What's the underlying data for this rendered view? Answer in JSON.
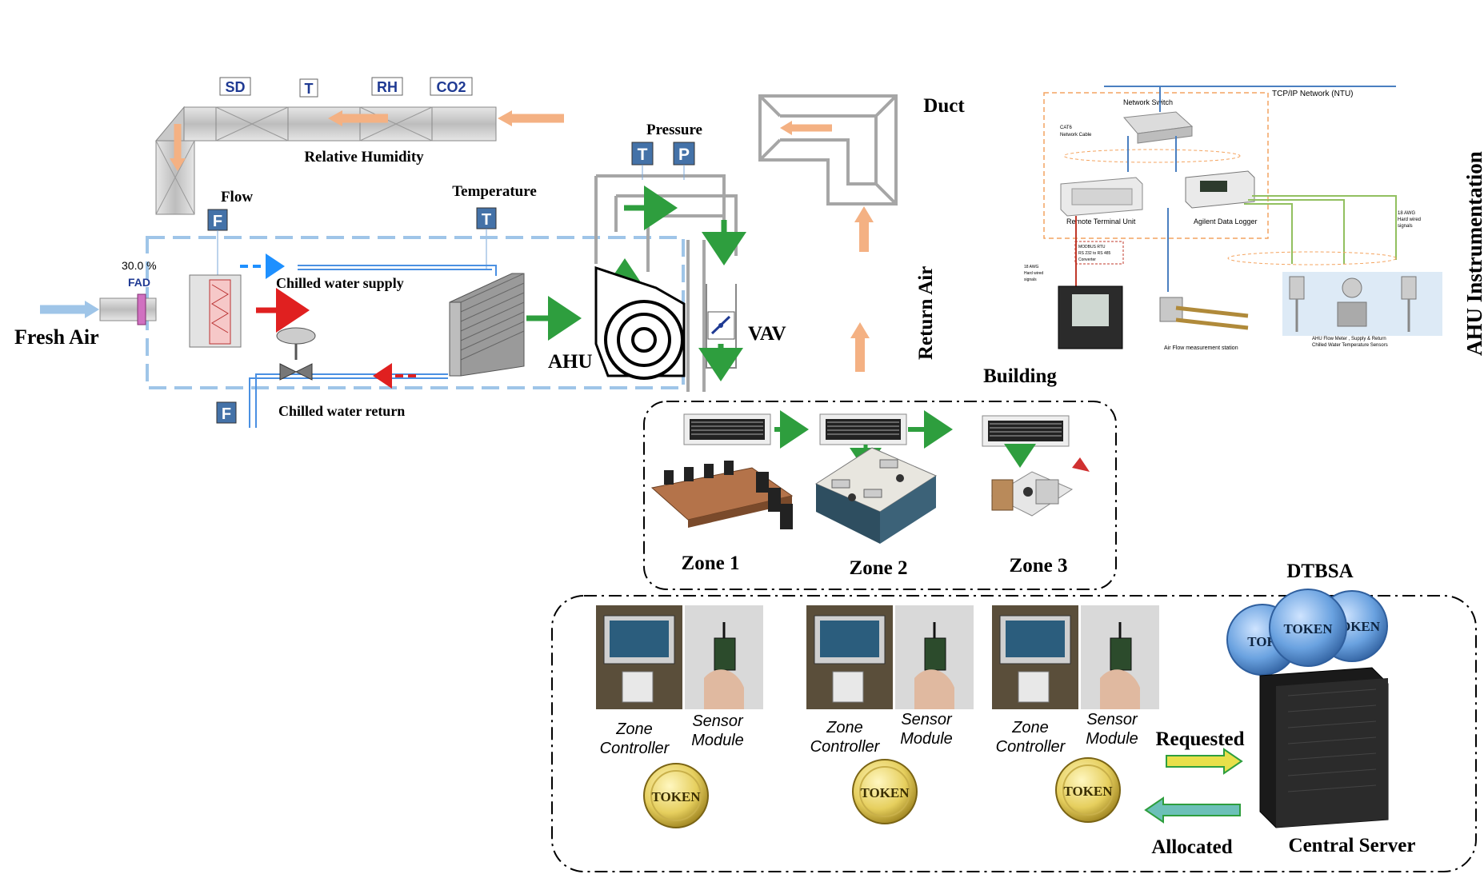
{
  "sensors": {
    "sd": "SD",
    "t": "T",
    "rh": "RH",
    "co2": "CO2",
    "f": "F",
    "p": "P"
  },
  "labels": {
    "relative_humidity": "Relative Humidity",
    "flow": "Flow",
    "temperature": "Temperature",
    "pressure": "Pressure",
    "duct": "Duct",
    "fresh_air": "Fresh Air",
    "fad_pct": "30.0 %",
    "fad": "FAD",
    "chilled_supply": "Chilled water supply",
    "chilled_return": "Chilled water return",
    "ahu": "AHU",
    "vav": "VAV",
    "return_air": "Return Air",
    "building": "Building",
    "zone1": "Zone 1",
    "zone2": "Zone 2",
    "zone3": "Zone 3",
    "dtbsa": "DTBSA",
    "zone_controller_1": "Zone",
    "zone_controller_2": "Controller",
    "sensor_module_1": "Sensor",
    "sensor_module_2": "Module",
    "token": "TOKEN",
    "token_partial_left": "TOK",
    "token_partial_right": "OKEN",
    "requested": "Requested",
    "allocated": "Allocated",
    "central_server": "Central Server",
    "ahu_instrumentation": "AHU Instrumentation"
  },
  "network": {
    "tcpip": "TCP/IP Network (NTU)",
    "switch": "Network Switch",
    "cat6_1": "CAT6",
    "cat6_2": "Network Cable",
    "rtu": "Remote Terminal Unit",
    "logger": "Agilent Data Logger",
    "awg_right_1": "18 AWG",
    "awg_right_2": "Hard wired",
    "awg_right_3": "signals",
    "awg_left_1": "18 AWG",
    "awg_left_2": "Hard wired",
    "awg_left_3": "signals",
    "modbus_1": "MODBUS RTU",
    "modbus_2": "RS 232 to RS 485",
    "modbus_3": "Converter",
    "airflow_station": "Air Flow measurement station",
    "flowmeter_1": "AHU Flow Meter , Supply & Return",
    "flowmeter_2": "Chilled  Water Temperature Sensors"
  },
  "colors": {
    "duct_gray": "#b9b9b9",
    "dashed_blue": "#9fc5e8",
    "green_arrow": "#2e9e3e",
    "orange_arrow": "#f4b183",
    "red_arrow": "#e02020",
    "sensor_box": "#4472a8",
    "token_gold": "#e8d36a",
    "token_blue": "#6aa2e0"
  }
}
